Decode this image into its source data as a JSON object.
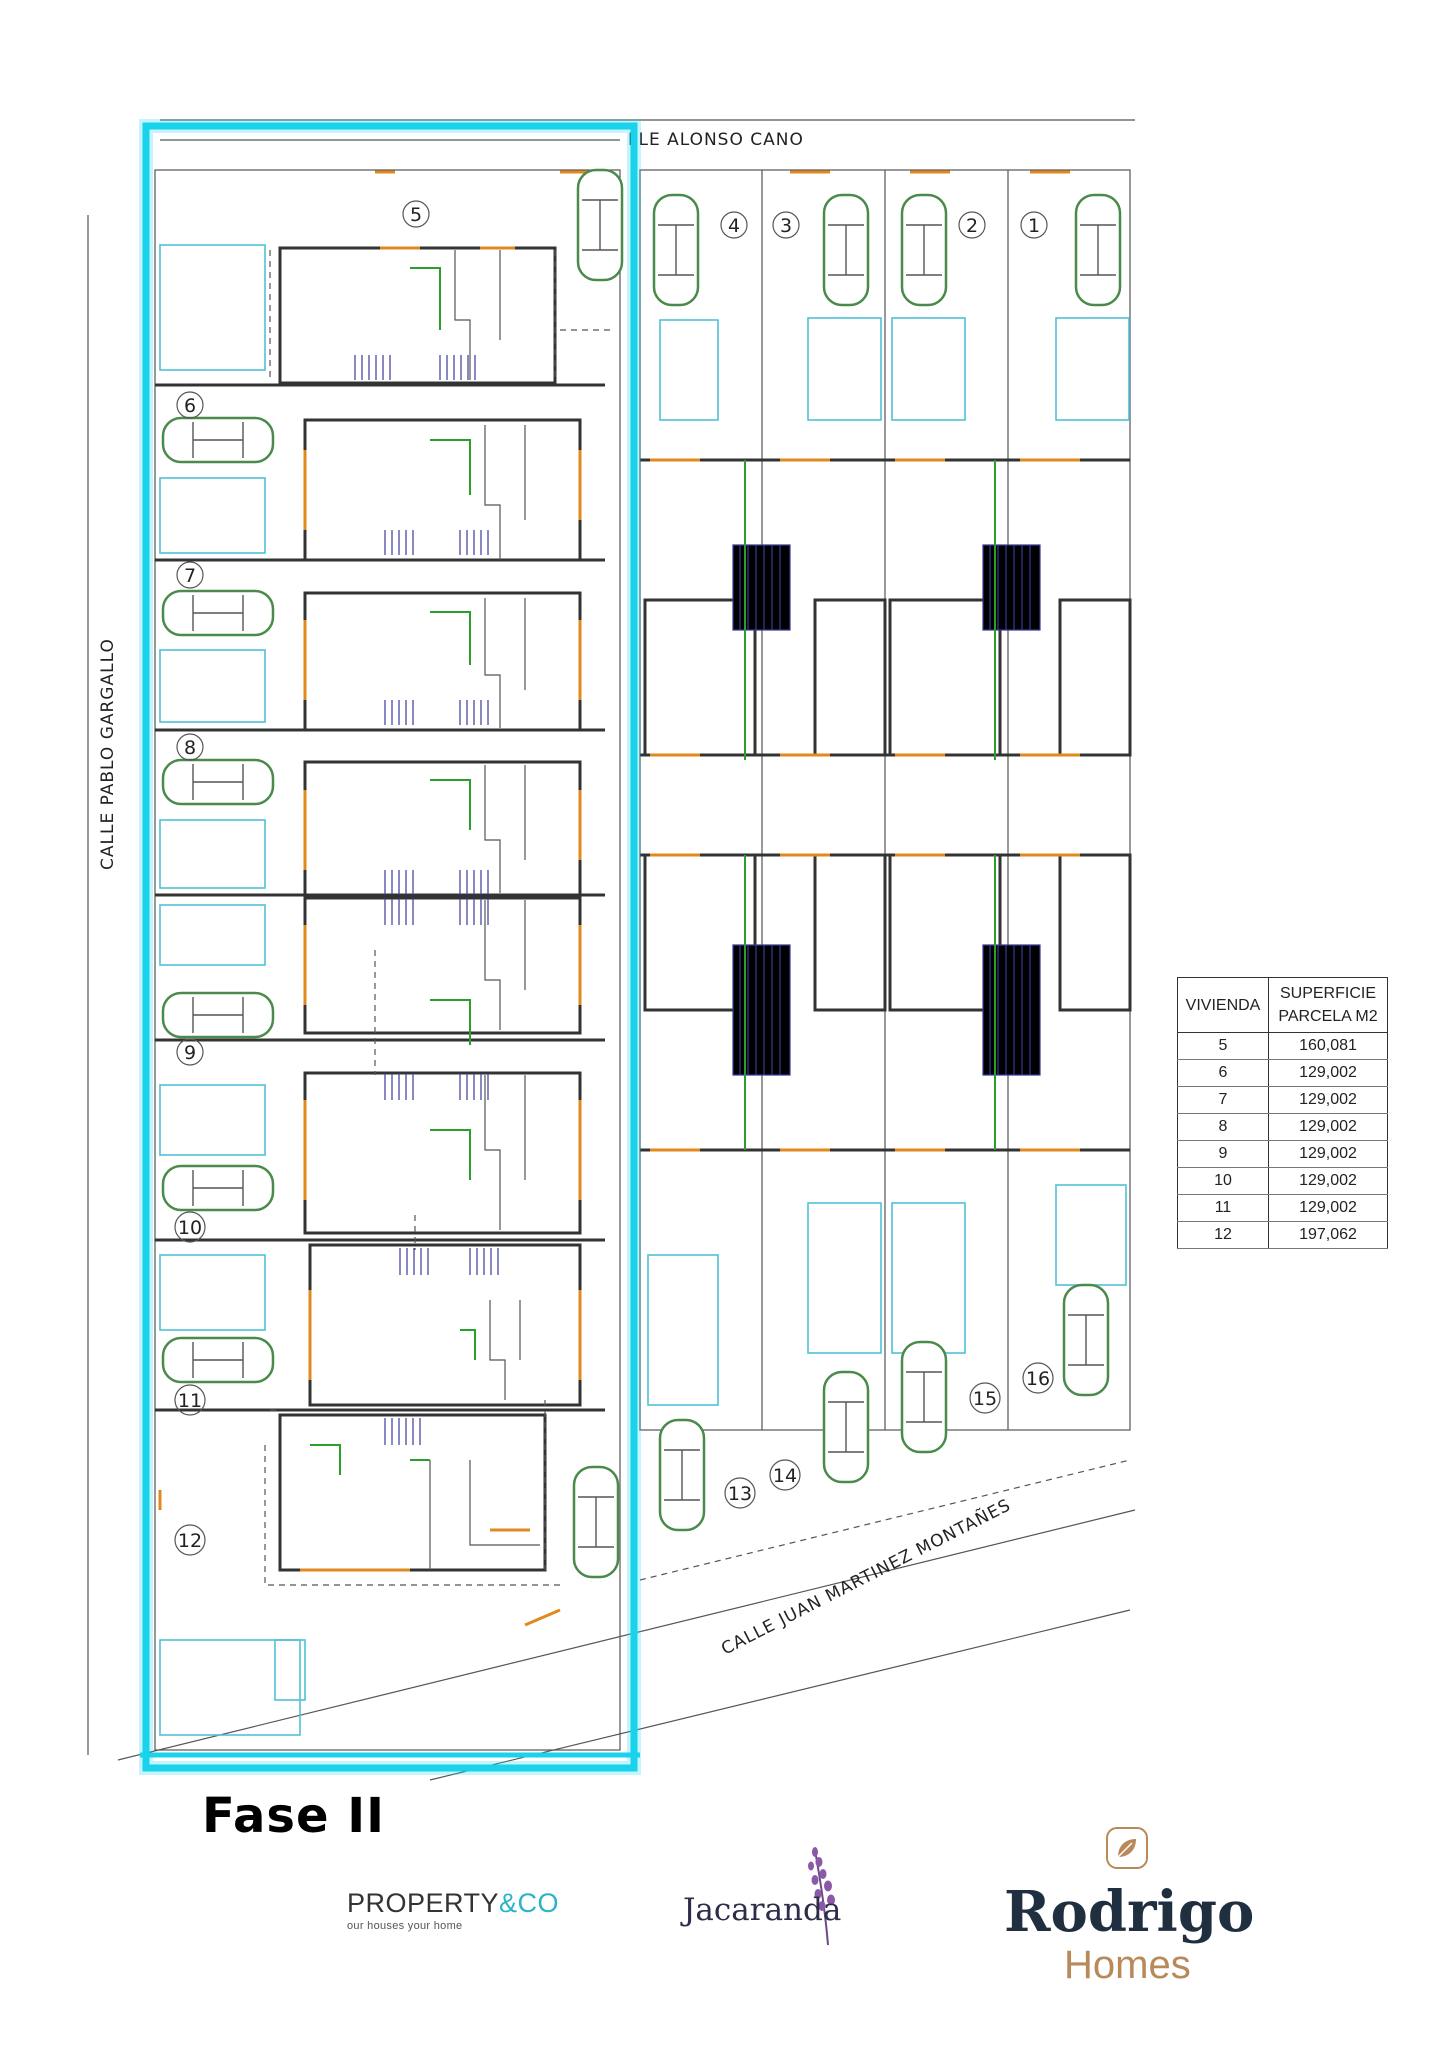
{
  "plan": {
    "streets": {
      "north": "LLE ALONSO CANO",
      "west": "CALLE PABLO GARGALLO",
      "south": "CALLE JUAN MARTINEZ MONTAÑES"
    },
    "plots": [
      "1",
      "2",
      "3",
      "4",
      "5",
      "6",
      "7",
      "8",
      "9",
      "10",
      "11",
      "12",
      "13",
      "14",
      "15",
      "16"
    ]
  },
  "table": {
    "headers": {
      "col1": "VIVIENDA",
      "col2_line1": "SUPERFICIE",
      "col2_line2": "PARCELA M2"
    },
    "rows": [
      {
        "vivienda": "5",
        "superficie": "160,081"
      },
      {
        "vivienda": "6",
        "superficie": "129,002"
      },
      {
        "vivienda": "7",
        "superficie": "129,002"
      },
      {
        "vivienda": "8",
        "superficie": "129,002"
      },
      {
        "vivienda": "9",
        "superficie": "129,002"
      },
      {
        "vivienda": "10",
        "superficie": "129,002"
      },
      {
        "vivienda": "11",
        "superficie": "129,002"
      },
      {
        "vivienda": "12",
        "superficie": "197,062"
      }
    ]
  },
  "phase_label": "Fase II",
  "logos": {
    "property_main": "PROPERTY",
    "property_amp": "&CO",
    "property_tagline": "our houses your home",
    "jacaranda": "Jacaranda",
    "rodrigo_line1": "Rodrigo",
    "rodrigo_line2": "Homes"
  },
  "colors": {
    "highlight": "#19d2ec",
    "pool": "#4fc1d6",
    "window": "#e08a1e",
    "car_outline": "#4a8a4a",
    "jacaranda_purple": "#8a5aa8",
    "rodrigo_gold": "#b9895a"
  }
}
